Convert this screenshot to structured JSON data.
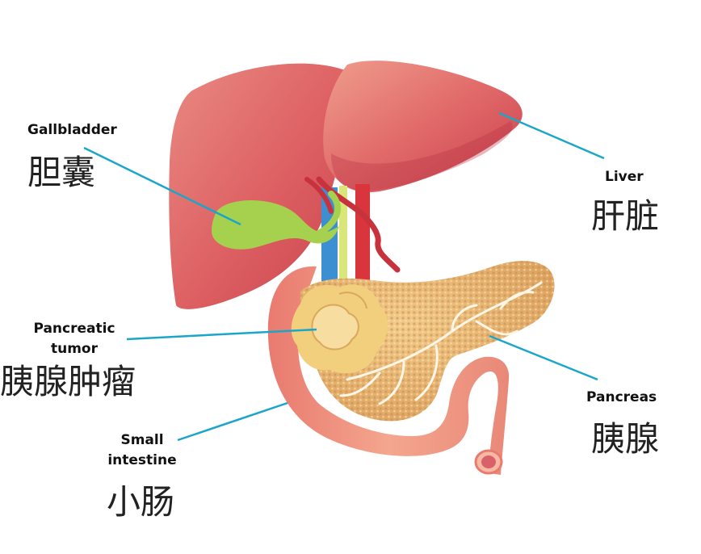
{
  "labels": {
    "gallbladder": {
      "en": "Gallbladder",
      "zh": "胆囊"
    },
    "liver": {
      "en": "Liver",
      "zh": "肝脏"
    },
    "pancreatic_tumor": {
      "en_line1": "Pancreatic",
      "en_line2": "tumor",
      "zh": "胰腺肿瘤"
    },
    "pancreas": {
      "en": "Pancreas",
      "zh": "胰腺"
    },
    "small_intestine": {
      "en_line1": "Small",
      "en_line2": "intestine",
      "zh": "小肠"
    }
  },
  "colors": {
    "leader_line": "#1ba6c9",
    "liver": "#d9525a",
    "gallbladder": "#a6d14e",
    "pancreas": "#e6b56b",
    "tumor": "#f2cf7d",
    "intestine": "#f1a187",
    "artery": "#d8353d",
    "vein": "#3c8fd0",
    "bile_duct": "#d9e77a"
  }
}
